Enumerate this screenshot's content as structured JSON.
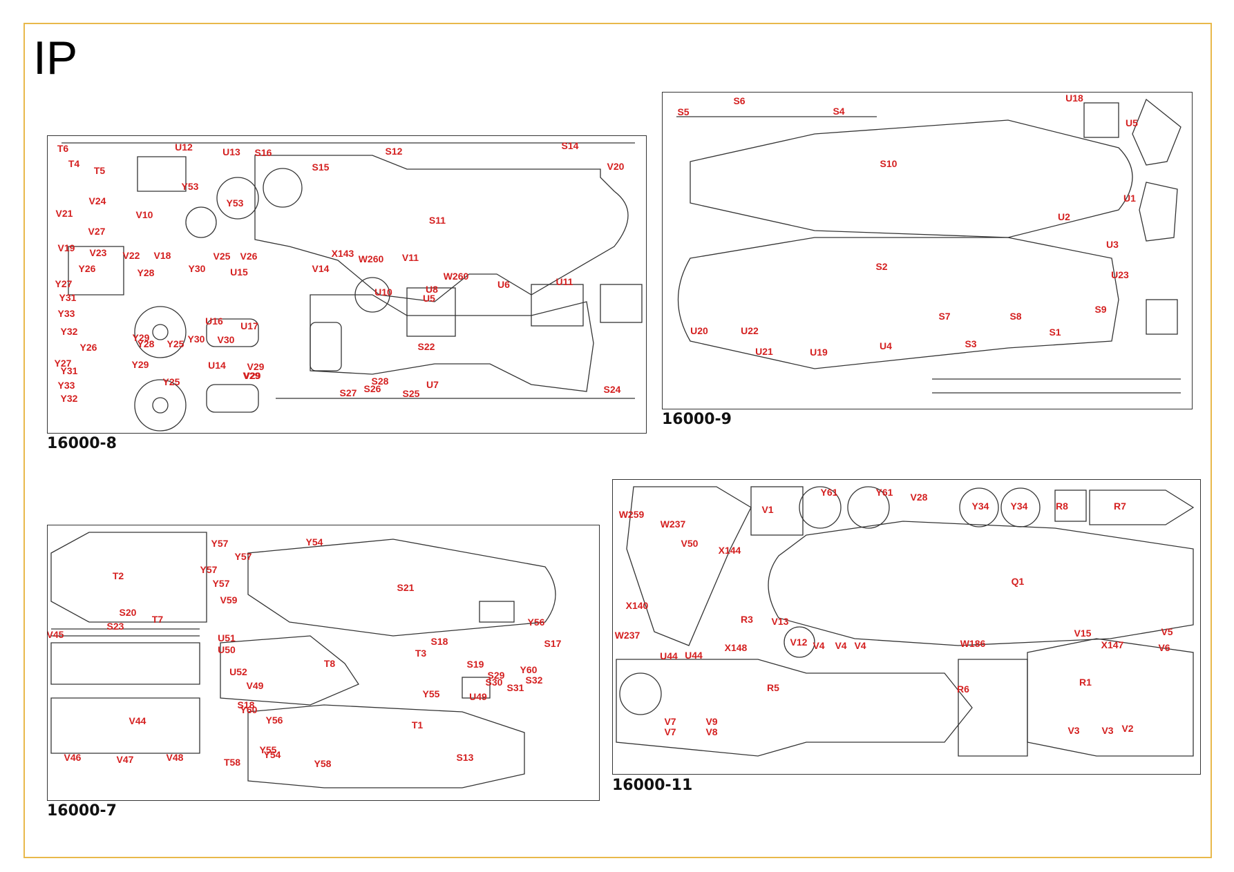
{
  "title": "IP",
  "colors": {
    "frame": "#e8b84a",
    "label": "#d42020",
    "line": "#333333"
  },
  "sheets": [
    {
      "id": "16000-8",
      "label": "16000-8",
      "parts": [
        "T6",
        "T4",
        "U12",
        "U13",
        "S16",
        "S12",
        "S14",
        "V20",
        "T5",
        "S15",
        "V24",
        "Y53",
        "Y53",
        "V21",
        "V10",
        "S11",
        "V27",
        "V19",
        "V23",
        "V22",
        "V18",
        "V25",
        "V26",
        "X143",
        "W260",
        "V11",
        "Y26",
        "Y28",
        "Y30",
        "U15",
        "V14",
        "W260",
        "Y27",
        "U10",
        "U8",
        "U6",
        "U11",
        "Y31",
        "U5",
        "Y29",
        "Y25",
        "U16",
        "U17",
        "Y33",
        "Y32",
        "Y26",
        "Y28",
        "Y30",
        "V30",
        "S22",
        "Y27",
        "Y31",
        "Y29",
        "Y25",
        "U14",
        "V29",
        "V29",
        "V29",
        "S28",
        "Y33",
        "U7",
        "S26",
        "Y32",
        "S27",
        "S25",
        "S24"
      ]
    },
    {
      "id": "16000-9",
      "label": "16000-9",
      "parts": [
        "S6",
        "S5",
        "S4",
        "U18",
        "U5",
        "S10",
        "U1",
        "U2",
        "U3",
        "S2",
        "U23",
        "S7",
        "S8",
        "S9",
        "U20",
        "U22",
        "S1",
        "U21",
        "U19",
        "U4",
        "S3"
      ]
    },
    {
      "id": "16000-7",
      "label": "16000-7",
      "parts": [
        "Y57",
        "Y54",
        "Y57",
        "T2",
        "Y57",
        "Y57",
        "S21",
        "V59",
        "S20",
        "T7",
        "Y56",
        "S23",
        "V45",
        "U51",
        "S18",
        "S17",
        "U50",
        "T3",
        "T8",
        "S19",
        "V49",
        "U52",
        "S29",
        "Y60",
        "S32",
        "Y55",
        "S30",
        "U49",
        "S18",
        "S31",
        "Y60",
        "Y56",
        "V44",
        "Y54",
        "T1",
        "Y55",
        "V46",
        "V47",
        "V48",
        "T58",
        "S13",
        "Y58"
      ]
    },
    {
      "id": "16000-11",
      "label": "16000-11",
      "parts": [
        "W259",
        "V1",
        "Y61",
        "Y61",
        "V28",
        "Y34",
        "Y34",
        "R8",
        "R7",
        "W237",
        "V50",
        "X144",
        "Q1",
        "X140",
        "R3",
        "V13",
        "V15",
        "V5",
        "W237",
        "V12",
        "V4",
        "V4",
        "V4",
        "W186",
        "X147",
        "V6",
        "U44",
        "U44",
        "X148",
        "R5",
        "R6",
        "R1",
        "V7",
        "V9",
        "V7",
        "V8",
        "V3",
        "V3",
        "V2"
      ]
    }
  ]
}
